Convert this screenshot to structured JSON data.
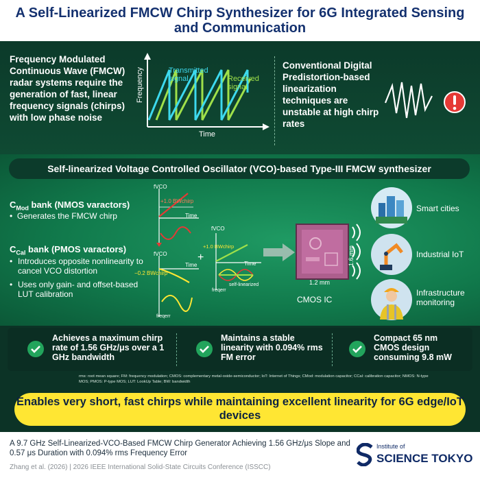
{
  "header": {
    "title": "A Self-Linearized FMCW Chirp Synthesizer for 6G Integrated Sensing and Communication"
  },
  "intro": {
    "left_text": "Frequency Modulated Continuous Wave (FMCW) radar systems require the generation of fast, linear frequency signals (chirps) with low phase noise",
    "graph": {
      "ylabel": "Frequency",
      "xlabel": "Time",
      "transmitted_label": "Transmitted signal",
      "received_label": "Received signal",
      "transmitted_color": "#3dd9ee",
      "received_color": "#9fe04a"
    },
    "right_text": "Conventional Digital Predistortion-based linearization techniques are unstable at high chirp rates",
    "warning_icon": "exclamation-circle-icon"
  },
  "synth": {
    "banner": "Self-linearized Voltage Controlled Oscillator (VCO)-based Type-III FMCW synthesizer",
    "cmod_title_main": "C",
    "cmod_sub": "Mod",
    "cmod_title_rest": " bank (NMOS varactors)",
    "cmod_bullets": [
      "Generates the FMCW chirp"
    ],
    "ccal_title_main": "C",
    "ccal_sub": "Cal",
    "ccal_title_rest": " bank (PMOS varactors)",
    "ccal_bullets": [
      "Introduces opposite nonlinearity to cancel VCO distortion",
      "Uses only gain- and offset-based LUT calibration"
    ],
    "plots": {
      "fvco": "fVCO",
      "time": "Time",
      "freqerr": "freqerr",
      "plus_bw": "+1.0 BWchirp",
      "minus_bw": "−0.2 BWchirp",
      "plus_bw_mod": "+1.0 BWchirp",
      "self_linearized": "self-linearized",
      "plus_sign": "+"
    },
    "chip": {
      "label": "CMOS IC",
      "width": "1.2 mm",
      "height": "1.6 mm"
    },
    "applications": [
      {
        "label": "Smart cities",
        "icon": "city-icon"
      },
      {
        "label": "Industrial IoT",
        "icon": "robot-arm-icon"
      },
      {
        "label": "Infrastructure monitoring",
        "icon": "engineer-icon"
      }
    ]
  },
  "results": [
    "Achieves a maximum chirp rate of 1.56 GHz/μs over a 1 GHz bandwidth",
    "Maintains a stable linearity with 0.094% rms FM error",
    "Compact 65 nm CMOS design consuming 9.8 mW"
  ],
  "abbreviations": "rms: root mean square; FM: frequency modulation; CMOS: complementary metal-oxide-semiconductor; IoT: Internet of Things; CMod: modulation capacitor; CCal: calibration capacitor; NMOS: N-type MOS; PMOS: P-type MOS; LUT: LookUp Table; BW: bandwidth",
  "conclusion": "Enables very short, fast chirps while maintaining excellent linearity for 6G edge/IoT devices",
  "footer": {
    "paper_title": "A 9.7 GHz Self-Linearized-VCO-Based FMCW Chirp Generator Achieving 1.56 GHz/μs Slope and 0.57 μs Duration with 0.094% rms Frequency Error",
    "citation": "Zhang et al. (2026) | 2026 IEEE International Solid-State Circuits Conference (ISSCC)",
    "institute_small": "Institute of",
    "institute_big": "SCIENCE TOKYO",
    "logo_icon": "science-tokyo-logo"
  },
  "colors": {
    "title_blue": "#14316f",
    "accent_yellow": "#ffe633",
    "check_green": "#22a45c",
    "warning_red": "#e53935"
  }
}
